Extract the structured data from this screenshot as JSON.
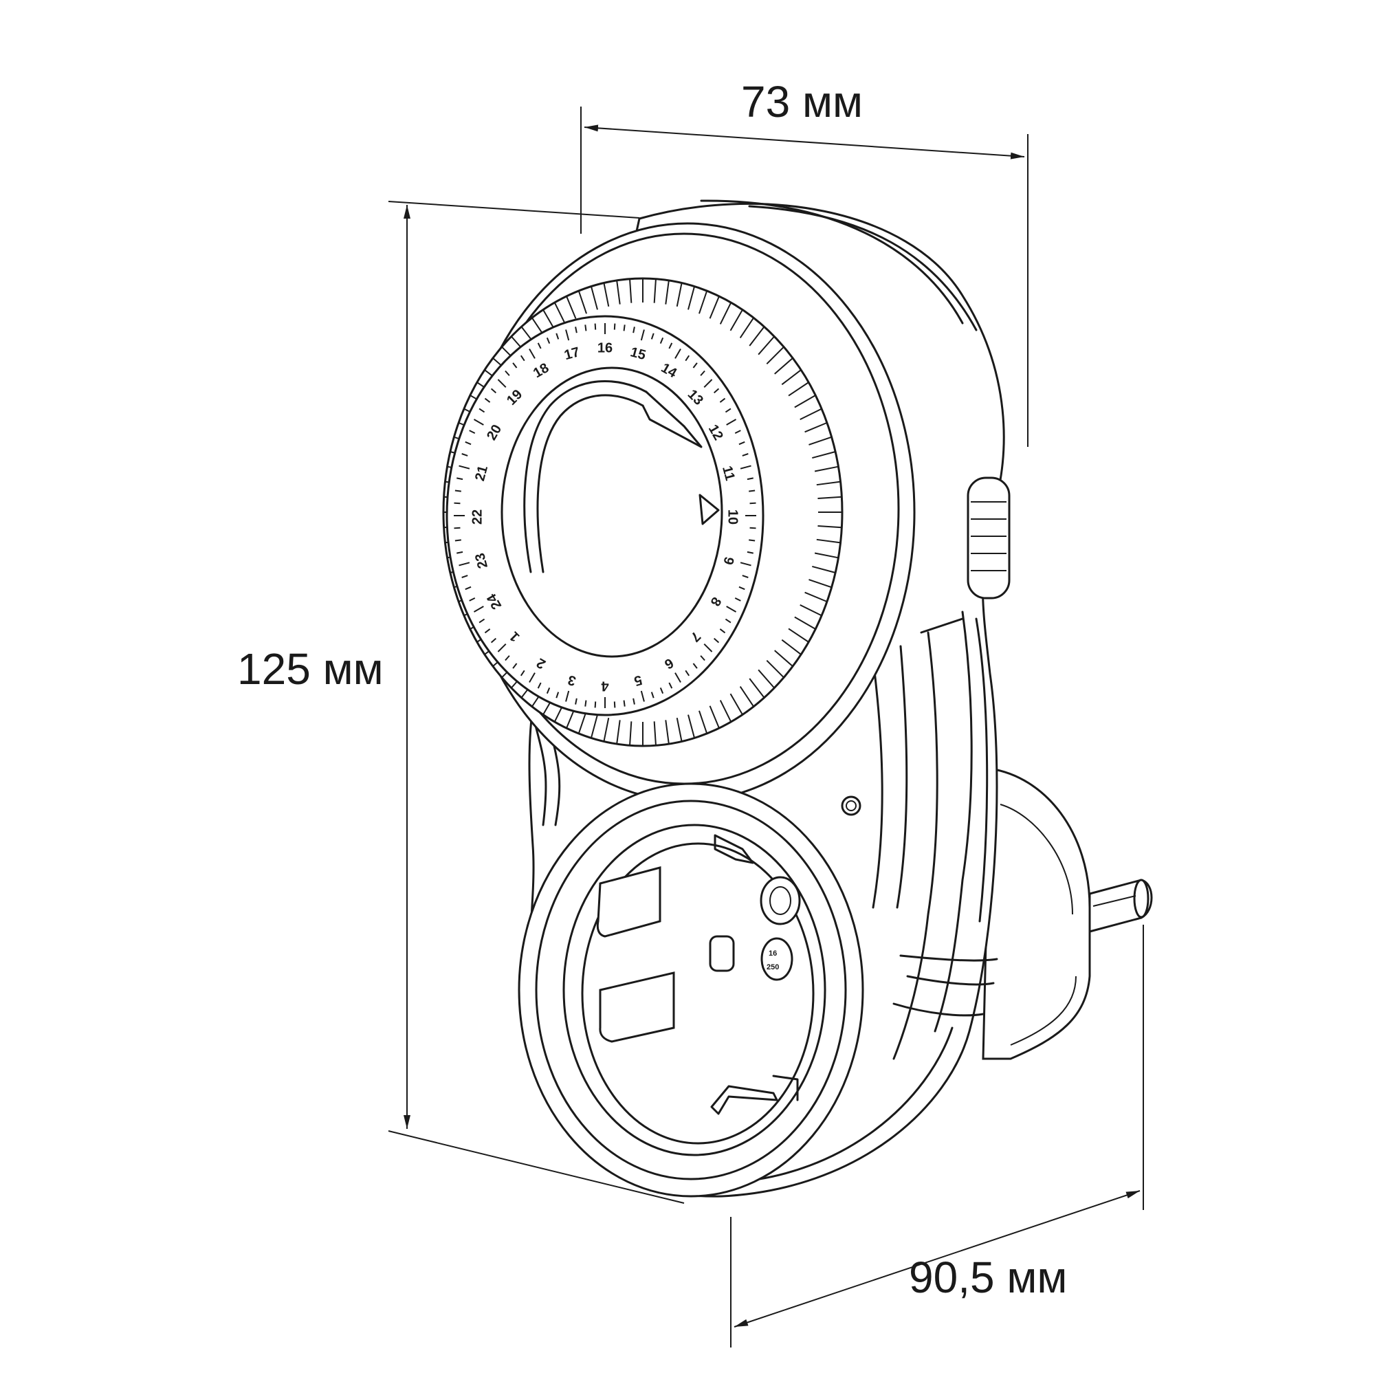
{
  "dimensions": {
    "width": "73 мм",
    "height": "125 мм",
    "depth": "90,5 мм"
  },
  "dial": {
    "hour_labels": [
      "1",
      "2",
      "3",
      "4",
      "5",
      "6",
      "7",
      "8",
      "9",
      "10",
      "11",
      "12",
      "13",
      "14",
      "15",
      "16",
      "17",
      "18",
      "19",
      "20",
      "21",
      "22",
      "23",
      "24"
    ]
  },
  "socket": {
    "rating_top": "16",
    "rating_bottom": "250"
  },
  "colors": {
    "line": "#1a1a1a",
    "background": "#ffffff"
  }
}
